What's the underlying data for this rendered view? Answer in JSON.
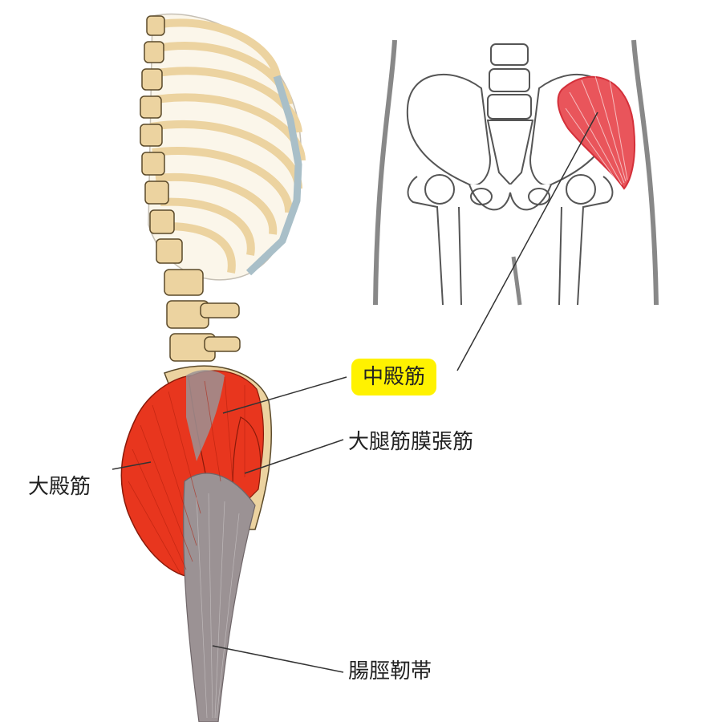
{
  "labels": {
    "gluteus_medius": "中殿筋",
    "tensor_fasciae_latae": "大腿筋膜張筋",
    "gluteus_maximus": "大殿筋",
    "iliotibial_tract": "腸脛靭帯"
  },
  "colors": {
    "muscle_red": "#e8361e",
    "tendon_gray": "#9b9294",
    "bone": "#ecd3a0",
    "cartilage": "#a9bfc8",
    "highlight": "#fff200",
    "inset_muscle": "#e9555b",
    "outline": "#444444"
  }
}
